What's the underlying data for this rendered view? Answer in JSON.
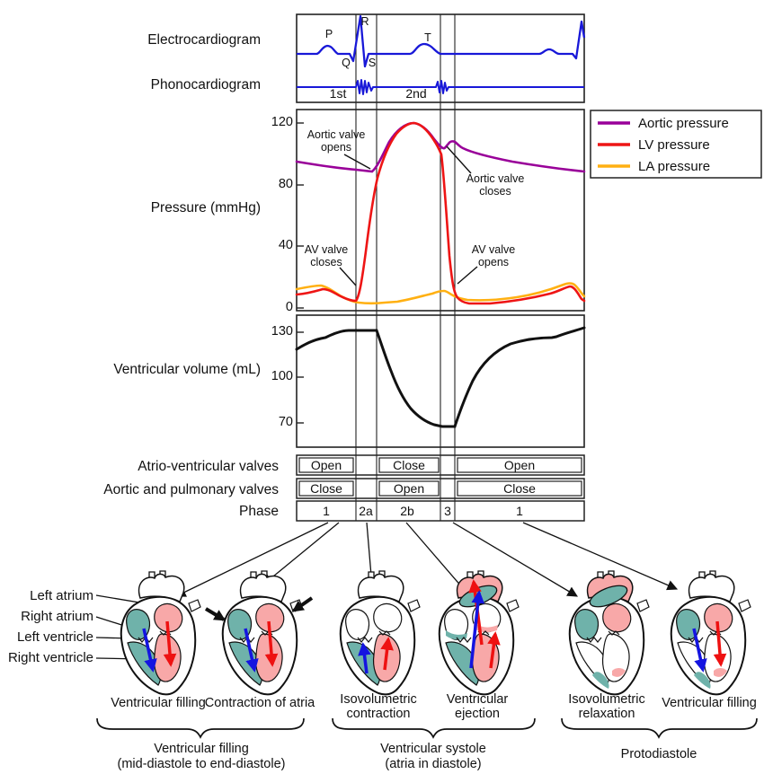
{
  "colors": {
    "trace_blue": "#1818d8",
    "aortic_purple": "#990099",
    "lv_red": "#ee1515",
    "la_orange": "#ffb012",
    "volume_black": "#111111",
    "heart_pink": "#f8a8a8",
    "heart_teal": "#6fb2aa",
    "arrow_blue": "#1414e0",
    "arrow_red": "#ee1111"
  },
  "left_labels": {
    "ecg": "Electrocardiogram",
    "phono": "Phonocardiogram",
    "pressure": "Pressure (mmHg)",
    "volume": "Ventricular volume (mL)",
    "av_valves": "Atrio-ventricular valves",
    "aortic_valves": "Aortic and pulmonary valves",
    "phase": "Phase"
  },
  "ecg": {
    "p": "P",
    "q": "Q",
    "r": "R",
    "s": "S",
    "t": "T"
  },
  "phono": {
    "first": "1st",
    "second": "2nd"
  },
  "pressure": {
    "ticks": [
      "120",
      "80",
      "40",
      "0"
    ],
    "ann_aortic_opens": {
      "l1": "Aortic valve",
      "l2": "opens"
    },
    "ann_aortic_closes": {
      "l1": "Aortic valve",
      "l2": "closes"
    },
    "ann_av_closes": {
      "l1": "AV valve",
      "l2": "closes"
    },
    "ann_av_opens": {
      "l1": "AV valve",
      "l2": "opens"
    },
    "legend": [
      {
        "label": "Aortic pressure",
        "color": "#990099"
      },
      {
        "label": "LV pressure",
        "color": "#ee1515"
      },
      {
        "label": "LA pressure",
        "color": "#ffb012"
      }
    ]
  },
  "volume": {
    "ticks": [
      "130",
      "100",
      "70"
    ]
  },
  "valve_rows": {
    "av_cells": [
      "Open",
      "Close",
      "Open"
    ],
    "aortic_cells": [
      "Close",
      "Open",
      "Close"
    ],
    "phase_cells": [
      "1",
      "2a",
      "2b",
      "3",
      "1"
    ]
  },
  "hearts": {
    "part_labels": [
      "Left atrium",
      "Right atrium",
      "Left ventricle",
      "Right ventricle"
    ],
    "captions": [
      {
        "l1": "Ventricular filling",
        "l2": ""
      },
      {
        "l1": "Contraction of atria",
        "l2": ""
      },
      {
        "l1": "Isovolumetric",
        "l2": "contraction"
      },
      {
        "l1": "Ventricular",
        "l2": "ejection"
      },
      {
        "l1": "Isovolumetric",
        "l2": "relaxation"
      },
      {
        "l1": "Ventricular filling",
        "l2": ""
      }
    ]
  },
  "braces": [
    {
      "l1": "Ventricular filling",
      "l2": "(mid-diastole to end-diastole)"
    },
    {
      "l1": "Ventricular systole",
      "l2": "(atria in diastole)"
    },
    {
      "l1": "Protodiastole",
      "l2": ""
    }
  ],
  "chart_data": [
    {
      "type": "line",
      "title": "Electrocardiogram",
      "x_unit": "percent of cardiac cycle (one full beat shown, next beat starts at right edge)",
      "wave_labels": [
        "P",
        "Q",
        "R",
        "S",
        "T"
      ],
      "events": [
        {
          "wave": "P",
          "x_pct": 11
        },
        {
          "wave": "QRS",
          "x_pct": 22
        },
        {
          "wave": "T",
          "x_pct": 46
        },
        {
          "wave": "next P",
          "x_pct": 88
        },
        {
          "wave": "next R",
          "x_pct": 99
        }
      ]
    },
    {
      "type": "line",
      "title": "Phonocardiogram",
      "events": [
        {
          "label": "1st",
          "sound": "first heart sound",
          "x_pct_range": [
            21,
            27
          ],
          "phase": "2a"
        },
        {
          "label": "2nd",
          "sound": "second heart sound",
          "x_pct_range": [
            49,
            55
          ],
          "phase": "3"
        }
      ]
    },
    {
      "type": "line",
      "title": "Pressure (mmHg)",
      "ylabel": "Pressure (mmHg)",
      "ylim": [
        0,
        130
      ],
      "yticks": [
        0,
        40,
        80,
        120
      ],
      "x_unit": "% of cardiac cycle",
      "phase_boundaries_x_pct": [
        20.6,
        27.8,
        50,
        55
      ],
      "annotations": [
        "Aortic valve opens",
        "Aortic valve closes",
        "AV valve closes",
        "AV valve opens"
      ],
      "series": [
        {
          "name": "Aortic pressure",
          "color": "#990099",
          "points": [
            [
              0,
              95
            ],
            [
              10,
              92
            ],
            [
              20.6,
              90
            ],
            [
              26,
              88
            ],
            [
              33,
              105
            ],
            [
              41,
              120
            ],
            [
              48,
              108
            ],
            [
              51,
              104
            ],
            [
              54,
              108
            ],
            [
              60,
              102
            ],
            [
              75,
              96
            ],
            [
              100,
              89
            ]
          ]
        },
        {
          "name": "LV pressure",
          "color": "#ee1515",
          "points": [
            [
              0,
              9
            ],
            [
              9,
              12
            ],
            [
              20.6,
              5
            ],
            [
              27.8,
              84
            ],
            [
              41,
              120
            ],
            [
              48,
              108
            ],
            [
              50,
              100
            ],
            [
              55,
              8
            ],
            [
              60,
              3
            ],
            [
              75,
              4
            ],
            [
              88,
              9
            ],
            [
              95,
              14
            ],
            [
              100,
              5
            ]
          ]
        },
        {
          "name": "LA pressure",
          "color": "#ffb012",
          "points": [
            [
              0,
              12
            ],
            [
              9,
              14
            ],
            [
              16,
              8
            ],
            [
              22,
              4
            ],
            [
              35,
              5
            ],
            [
              48,
              10
            ],
            [
              51,
              11
            ],
            [
              58,
              7
            ],
            [
              75,
              6
            ],
            [
              88,
              12
            ],
            [
              96,
              16
            ],
            [
              100,
              8
            ]
          ]
        }
      ],
      "legend_position": "outside right"
    },
    {
      "type": "line",
      "title": "Ventricular volume (mL)",
      "ylim": [
        60,
        140
      ],
      "yticks": [
        70,
        100,
        130
      ],
      "x_unit": "% of cardiac cycle",
      "series": [
        {
          "name": "Ventricular volume",
          "color": "#111111",
          "points": [
            [
              0,
              119
            ],
            [
              10,
              126
            ],
            [
              18,
              131
            ],
            [
              27.8,
              131
            ],
            [
              35,
              100
            ],
            [
              45,
              75
            ],
            [
              50,
              68
            ],
            [
              55,
              68
            ],
            [
              62,
              92
            ],
            [
              72,
              112
            ],
            [
              82,
              122
            ],
            [
              90,
              126
            ],
            [
              100,
              133
            ]
          ]
        }
      ]
    }
  ]
}
